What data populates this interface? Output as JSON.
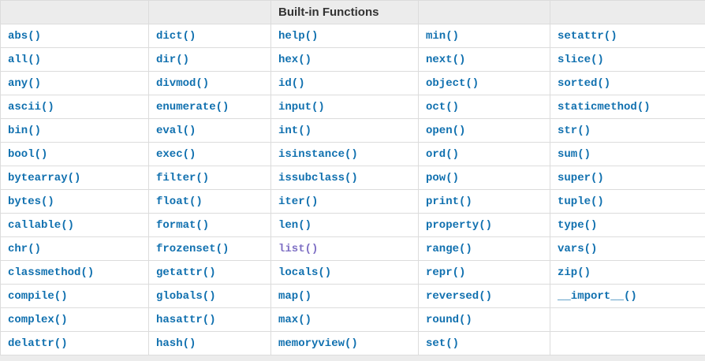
{
  "table": {
    "title": "Built-in Functions",
    "visited_item": "list()",
    "rows": [
      [
        "abs()",
        "dict()",
        "help()",
        "min()",
        "setattr()"
      ],
      [
        "all()",
        "dir()",
        "hex()",
        "next()",
        "slice()"
      ],
      [
        "any()",
        "divmod()",
        "id()",
        "object()",
        "sorted()"
      ],
      [
        "ascii()",
        "enumerate()",
        "input()",
        "oct()",
        "staticmethod()"
      ],
      [
        "bin()",
        "eval()",
        "int()",
        "open()",
        "str()"
      ],
      [
        "bool()",
        "exec()",
        "isinstance()",
        "ord()",
        "sum()"
      ],
      [
        "bytearray()",
        "filter()",
        "issubclass()",
        "pow()",
        "super()"
      ],
      [
        "bytes()",
        "float()",
        "iter()",
        "print()",
        "tuple()"
      ],
      [
        "callable()",
        "format()",
        "len()",
        "property()",
        "type()"
      ],
      [
        "chr()",
        "frozenset()",
        "list()",
        "range()",
        "vars()"
      ],
      [
        "classmethod()",
        "getattr()",
        "locals()",
        "repr()",
        "zip()"
      ],
      [
        "compile()",
        "globals()",
        "map()",
        "reversed()",
        "__import__()"
      ],
      [
        "complex()",
        "hasattr()",
        "max()",
        "round()",
        ""
      ],
      [
        "delattr()",
        "hash()",
        "memoryview()",
        "set()",
        ""
      ]
    ]
  },
  "colors": {
    "link": "#1070af",
    "visited_link": "#7e6fc4",
    "header_bg": "#ececec",
    "header_text": "#333333",
    "border": "#dcdcdc"
  }
}
